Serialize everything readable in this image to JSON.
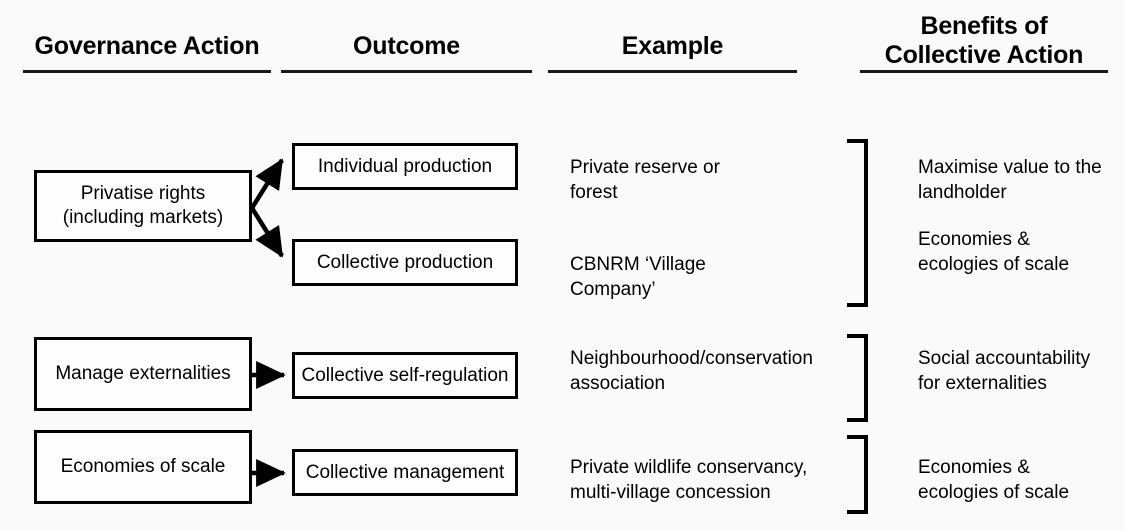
{
  "figure": {
    "columns": [
      {
        "id": "governance-action",
        "label": "Governance Action"
      },
      {
        "id": "outcome",
        "label": "Outcome"
      },
      {
        "id": "example",
        "label": "Example"
      },
      {
        "id": "benefits",
        "label": "Benefits of\nCollective Action"
      }
    ]
  },
  "rows": [
    {
      "action": "Privatise rights\n(including markets)",
      "outcomes": [
        {
          "label": "Individual production",
          "example": "Private reserve or\nforest"
        },
        {
          "label": "Collective production",
          "example": "CBNRM ‘Village\nCompany’"
        }
      ],
      "benefits": [
        "Maximise value to the\nlandholder",
        "Economies &\necologies of scale"
      ]
    },
    {
      "action": "Manage externalities",
      "outcomes": [
        {
          "label": "Collective self-regulation",
          "example": "Neighbourhood/conservation\nassociation"
        }
      ],
      "benefits": [
        "Social accountability\nfor externalities"
      ]
    },
    {
      "action": "Economies of scale",
      "outcomes": [
        {
          "label": "Collective management",
          "example": "Private wildlife conservancy,\nmulti-village concession"
        }
      ],
      "benefits": [
        "Economies &\necologies of scale"
      ]
    }
  ],
  "style": {
    "line_color": "#000000",
    "background": "#fafafa",
    "text_color": "#000000"
  }
}
